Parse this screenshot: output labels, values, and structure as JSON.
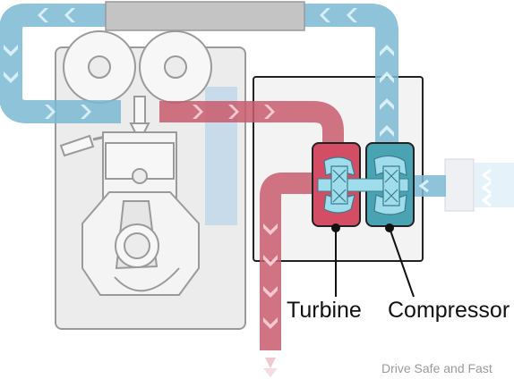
{
  "labels": {
    "turbine": "Turbine",
    "compressor": "Compressor"
  },
  "watermark": "Drive Safe and Fast",
  "colors": {
    "exhaust": "#c85a6c",
    "intake": "#7ab8d2",
    "engine_block": "#ececec",
    "turbo_housing": "#f3f3f3",
    "turbine_casing": "#d34d64",
    "compressor_casing": "#4aa3b3",
    "impeller": "#9fdcec",
    "intercooler": "#bcbcbc"
  },
  "icons": {
    "intercooler": "intercooler-icon",
    "engine": "engine-icon",
    "turbine_wheel": "turbine-wheel-icon",
    "compressor_wheel": "compressor-wheel-icon",
    "air_filter": "air-filter-icon"
  }
}
